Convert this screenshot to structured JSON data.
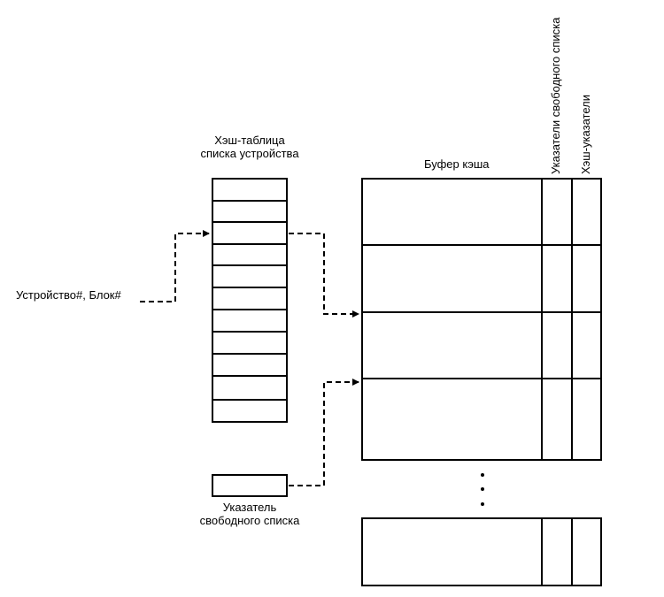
{
  "hash_table": {
    "title_line1": "Хэш-таблица",
    "title_line2": "списка устройства"
  },
  "input_label": "Устройство#, Блок#",
  "free_pointer": {
    "label_line1": "Указатель",
    "label_line2": "свободного списка"
  },
  "cache_buffer": {
    "title": "Буфер кэша",
    "col_free_pointers": "Указатели свободного списка",
    "col_hash_pointers": "Хэш-указатели"
  }
}
